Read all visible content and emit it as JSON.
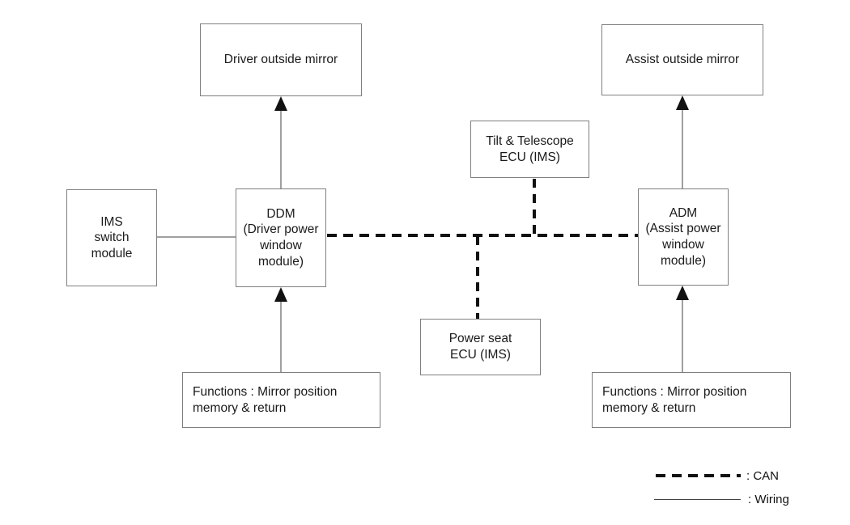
{
  "nodes": {
    "driver_mirror": {
      "label": "Driver outside mirror"
    },
    "assist_mirror": {
      "label": "Assist outside mirror"
    },
    "tilt_ecu": {
      "label": "Tilt & Telescope\nECU (IMS)"
    },
    "ims_switch": {
      "label": "IMS\nswitch\nmodule"
    },
    "ddm": {
      "label": "DDM\n(Driver power\nwindow\nmodule)"
    },
    "adm": {
      "label": "ADM\n(Assist power\nwindow\nmodule)"
    },
    "power_seat_ecu": {
      "label": "Power seat\nECU (IMS)"
    },
    "functions_driver": {
      "label": "Functions : Mirror position\nmemory & return"
    },
    "functions_assist": {
      "label": "Functions : Mirror position\nmemory & return"
    }
  },
  "connections": [
    {
      "from": "DDM",
      "to": "Driver outside mirror",
      "type": "wiring",
      "arrow": "to"
    },
    {
      "from": "ADM",
      "to": "Assist outside mirror",
      "type": "wiring",
      "arrow": "to"
    },
    {
      "from": "IMS switch module",
      "to": "DDM",
      "type": "wiring",
      "arrow": "none"
    },
    {
      "from": "Functions : Mirror position memory & return (driver)",
      "to": "DDM",
      "type": "wiring",
      "arrow": "to"
    },
    {
      "from": "Functions : Mirror position memory & return (assist)",
      "to": "ADM",
      "type": "wiring",
      "arrow": "to"
    },
    {
      "from": "DDM",
      "to": "ADM",
      "type": "CAN",
      "arrow": "none"
    },
    {
      "from": "Tilt & Telescope ECU (IMS)",
      "to": "CAN bus",
      "type": "CAN",
      "arrow": "none"
    },
    {
      "from": "Power seat ECU (IMS)",
      "to": "CAN bus",
      "type": "CAN",
      "arrow": "none"
    }
  ],
  "legend": {
    "can_label": ": CAN",
    "wiring_label": ": Wiring"
  },
  "colors": {
    "box_border": "#7f7f7f",
    "wiring_line": "#808080",
    "can_line": "#111111",
    "text": "#1a1a1a",
    "background": "#ffffff"
  }
}
